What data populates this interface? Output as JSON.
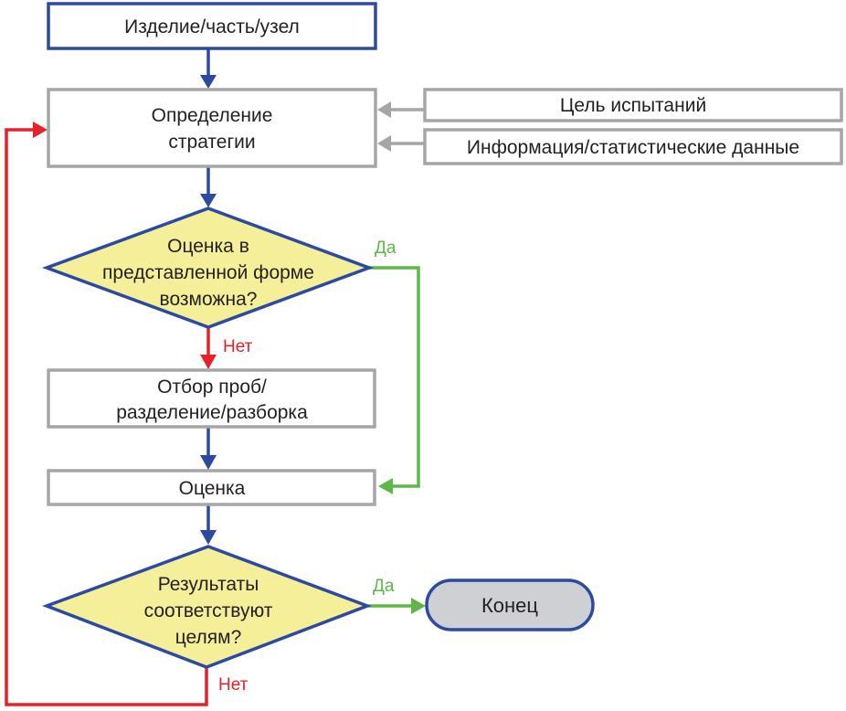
{
  "colors": {
    "flow": "#2b4aa0",
    "no": "#e8202a",
    "yes": "#5db848",
    "gray_border": "#a6a6a6",
    "decision_fill": "#f6ef9a",
    "terminator_fill": "#cfd0d3"
  },
  "nodes": {
    "item": {
      "label": "Изделие/часть/узел"
    },
    "strategy": {
      "lines": [
        "Определение",
        "стратегии"
      ]
    },
    "test_goal": {
      "label": "Цель испытаний"
    },
    "info": {
      "label": "Информация/статистические данные"
    },
    "decision1": {
      "lines": [
        "Оценка в",
        "представленной форме",
        "возможна?"
      ]
    },
    "sampling": {
      "lines": [
        "Отбор проб/",
        "разделение/разборка"
      ]
    },
    "evaluation": {
      "label": "Оценка"
    },
    "decision2": {
      "lines": [
        "Результаты",
        "соответствуют",
        "целям?"
      ]
    },
    "end": {
      "label": "Конец"
    }
  },
  "edges": {
    "d1_yes": "Да",
    "d1_no": "Нет",
    "d2_yes": "Да",
    "d2_no": "Нет"
  }
}
